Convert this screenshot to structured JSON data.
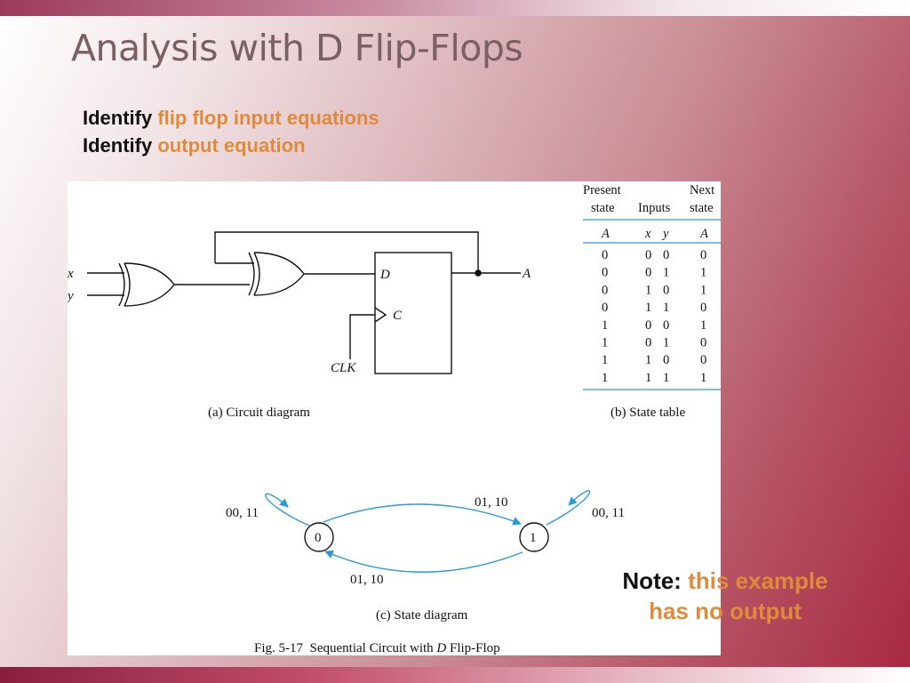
{
  "slide": {
    "title": "Analysis with D Flip-Flops",
    "bullets": [
      {
        "lead": "Identify",
        "emphasis": "flip flop input equations"
      },
      {
        "lead": "Identify",
        "emphasis": "output equation"
      }
    ],
    "note": {
      "lead": "Note:",
      "emphasis_line1": "this example",
      "emphasis_line2": "has no output"
    }
  },
  "figure": {
    "circuit": {
      "inputs": [
        "x",
        "y"
      ],
      "dff_d": "D",
      "dff_c": "C",
      "output": "A",
      "clk": "CLK",
      "caption": "(a) Circuit diagram"
    },
    "state_table": {
      "header_top": [
        "Present",
        "",
        "Next"
      ],
      "header_mid": [
        "state",
        "Inputs",
        "state"
      ],
      "header_vars": [
        "A",
        "x",
        "y",
        "A"
      ],
      "rows": [
        [
          "0",
          "0",
          "0",
          "0"
        ],
        [
          "0",
          "0",
          "1",
          "1"
        ],
        [
          "0",
          "1",
          "0",
          "1"
        ],
        [
          "0",
          "1",
          "1",
          "0"
        ],
        [
          "1",
          "0",
          "0",
          "1"
        ],
        [
          "1",
          "0",
          "1",
          "0"
        ],
        [
          "1",
          "1",
          "0",
          "0"
        ],
        [
          "1",
          "1",
          "1",
          "1"
        ]
      ],
      "caption": "(b) State table"
    },
    "state_diagram": {
      "states": [
        "0",
        "1"
      ],
      "self_loop_0": "00, 11",
      "self_loop_1": "00, 11",
      "edge_0_to_1": "01, 10",
      "edge_1_to_0": "01, 10",
      "caption": "(c) State diagram",
      "edge_color": "#2a9ad8"
    },
    "fig_caption_prefix": "Fig. 5-17  Sequential Circuit with ",
    "fig_caption_var": "D",
    "fig_caption_suffix": " Flip-Flop"
  },
  "colors": {
    "accent": "#e08a3c",
    "title": "#7a5f63"
  }
}
